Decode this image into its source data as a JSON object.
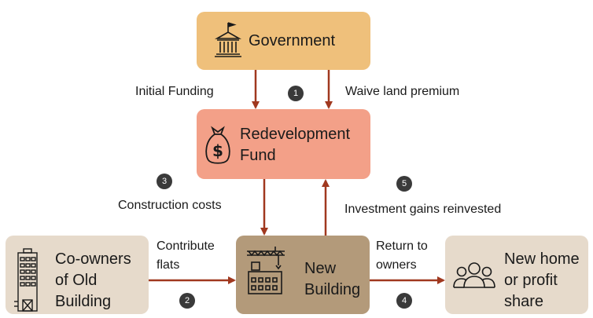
{
  "nodes": {
    "government": "Government",
    "fund_line1": "Redevelopment",
    "fund_line2": "Fund",
    "coowners_line1": "Co-owners",
    "coowners_line2": "of Old",
    "coowners_line3": "Building",
    "newbuilding_line1": "New",
    "newbuilding_line2": "Building",
    "newhome_line1": "New home",
    "newhome_line2": "or profit",
    "newhome_line3": "share"
  },
  "edges": {
    "initial_funding": "Initial Funding",
    "waive_land_premium": "Waive land premium",
    "construction_costs": "Construction costs",
    "investment_gains": "Investment gains reinvested",
    "contribute_line1": "Contribute",
    "contribute_line2": "flats",
    "return_line1": "Return to",
    "return_line2": "owners"
  },
  "steps": {
    "s1": "1",
    "s2": "2",
    "s3": "3",
    "s4": "4",
    "s5": "5"
  },
  "colors": {
    "government_box": "#efc07b",
    "fund_box": "#f3a088",
    "owners_box": "#e6dacb",
    "new_building_box": "#b39a7a",
    "arrow": "#a0381f",
    "badge": "#3a3a3a"
  },
  "icons": {
    "government": "government-building-icon",
    "fund": "money-bag-icon",
    "owners": "old-building-icon",
    "new_building": "construction-crane-icon",
    "new_home": "people-group-icon"
  }
}
